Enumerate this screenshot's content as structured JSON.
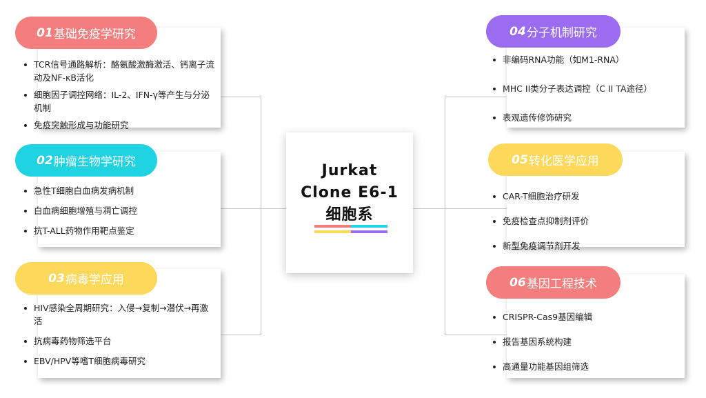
{
  "center": {
    "line1": "Jurkat",
    "line2": "Clone E6-1",
    "line3": "细胞系"
  },
  "colors": {
    "c1": "#f47d7d",
    "c2": "#1fd3e0",
    "c3": "#fcd95a",
    "c4": "#9b6cf0",
    "c5": "#fcd95a",
    "c6": "#f47d7d"
  },
  "sections": [
    {
      "num": "01",
      "title": "基础免疫学研究",
      "items": [
        "TCR信号通路解析：酪氨酸激酶激活、钙离子流动及NF-κB活化",
        "细胞因子调控网络：IL-2、IFN-γ等产生与分泌机制",
        "免疫突触形成与功能研究"
      ]
    },
    {
      "num": "02",
      "title": "肿瘤生物学研究",
      "items": [
        "急性T细胞白血病发病机制",
        "白血病细胞增殖与凋亡调控",
        "抗T-ALL药物作用靶点鉴定"
      ]
    },
    {
      "num": "03",
      "title": "病毒学应用",
      "items": [
        "HIV感染全周期研究：入侵→复制→潜伏→再激活",
        "抗病毒药物筛选平台",
        "EBV/HPV等嗜T细胞病毒研究"
      ]
    },
    {
      "num": "04",
      "title": "分子机制研究",
      "items": [
        "非编码RNA功能（如M1-RNA）",
        "MHC II类分子表达调控（C II TA途径）",
        "表观遗传修饰研究"
      ]
    },
    {
      "num": "05",
      "title": "转化医学应用",
      "items": [
        "CAR-T细胞治疗研发",
        "免疫检查点抑制剂评价",
        "新型免疫调节剂开发"
      ]
    },
    {
      "num": "06",
      "title": "基因工程技术",
      "items": [
        "CRISPR-Cas9基因编辑",
        "报告基因系统构建",
        "高通量功能基因组筛选"
      ]
    }
  ]
}
